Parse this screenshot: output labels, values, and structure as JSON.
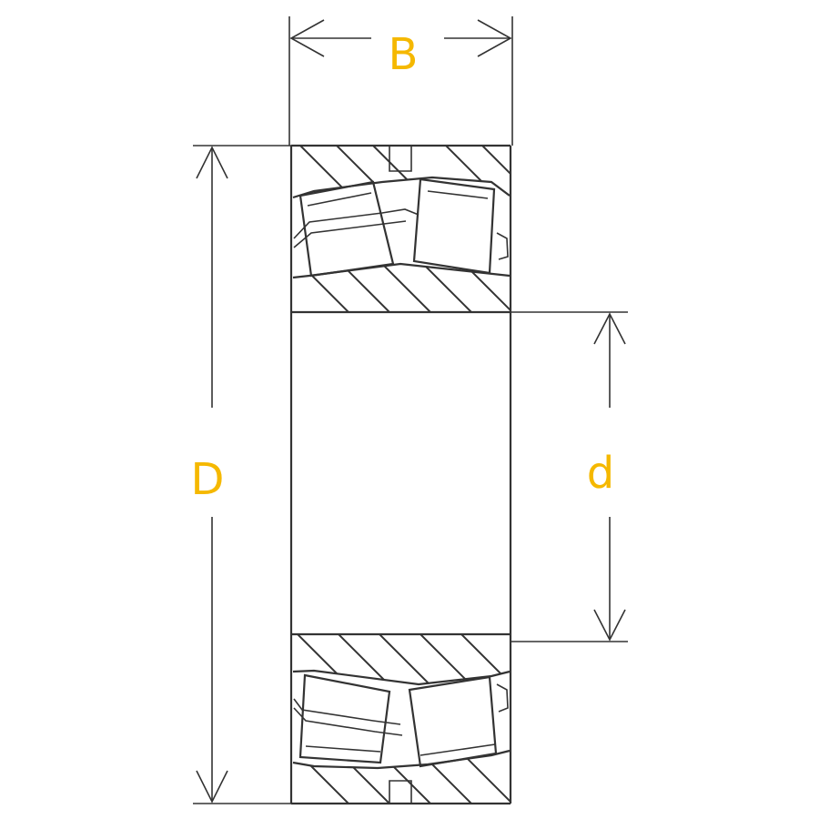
{
  "labels": {
    "width": "B",
    "outer_diameter": "D",
    "bore_diameter": "d"
  },
  "colors": {
    "label": "#F5B800",
    "line": "#333333",
    "background": "#FFFFFF"
  }
}
